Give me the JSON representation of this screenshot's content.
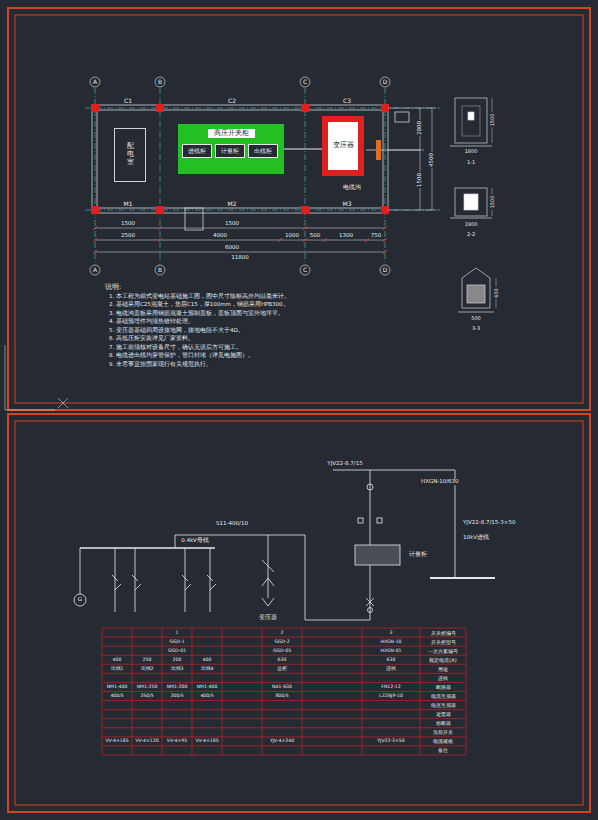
{
  "diagram": {
    "nodes": [
      {
        "text": [
          "配电室"
        ]
      },
      {
        "text": [
          "高压开关柜"
        ]
      },
      {
        "text": [
          "进线柜"
        ],
        "in": 1
      },
      {
        "text": [
          "计量柜"
        ],
        "in": 1
      },
      {
        "text": [
          "出线柜"
        ],
        "in": 1
      },
      {
        "text": [
          "变压器"
        ]
      }
    ],
    "edges": [
      {
        "from": 1,
        "to": 5,
        "arrow": "none"
      }
    ],
    "labels": [
      "A",
      "B",
      "C",
      "D",
      "A",
      "B",
      "C",
      "D",
      "C1",
      "C2",
      "C3",
      "M1",
      "M2",
      "M3",
      "1500",
      "1500",
      "2500",
      "4000",
      "1000",
      "500",
      "1300",
      "750",
      "6000",
      "11800",
      "2000",
      "1500",
      "4500",
      "电缆沟",
      "1500",
      "1800",
      "1-1",
      "1500",
      "1900",
      "2-2",
      "600",
      "500",
      "3-3",
      "说明:",
      "1. 本工程为箱式变电站基础施工图，图中尺寸除标高外均以毫米计。",
      "2. 基础采用C25混凝土，垫层C15，厚100mm，钢筋采用HPB300。",
      "3. 电缆沟盖板采用钢筋混凝土预制盖板，盖板顶面与室外地坪平。",
      "4. 基础预埋件均须热镀锌处理。",
      "5. 变压器基础四周设接地网，接地电阻不大于4Ω。",
      "6. 高低压柜安装详见厂家资料。",
      "7. 施工前须核对设备尺寸，确认无误后方可施工。",
      "8. 电缆进出线均穿管保护，管口封堵（详见电施图）。",
      "9. 未尽事宜按国家现行有关规范执行。",
      "YJV22-8.7/15",
      "HXGN-10/630",
      "YJV22-8.7/15-3×50",
      "10kV进线",
      "计量柜",
      "S11-400/10",
      "变压器",
      "0.4kV母线",
      "G",
      "开关柜编号",
      "开关柜型号",
      "一次方案编号",
      "额定电流(A)",
      "用途",
      "进线",
      "断路器",
      "电流互感器",
      "电压互感器",
      "避雷器",
      "熔断器",
      "负荷开关",
      "电缆规格",
      "备注",
      "1",
      "2",
      "3",
      "GGD-1",
      "GGD-2",
      "HXGN-10",
      "GGD-01",
      "GGD-05",
      "HXGN-01",
      "400",
      "250",
      "200",
      "400",
      "630",
      "630",
      "出线1",
      "出线2",
      "出线3",
      "出线4",
      "总柜",
      "进线",
      "NM1-400",
      "NM1-250",
      "NM1-200",
      "NM1-400",
      "NA1-630",
      "FN12-12",
      "400/5",
      "250/5",
      "200/5",
      "400/5",
      "800/5",
      "LZZBJ9-10",
      "VV-4×185",
      "VV-4×120",
      "VV-4×95",
      "VV-4×185",
      "YJV-4×240",
      "YJV22-3×50"
    ]
  }
}
